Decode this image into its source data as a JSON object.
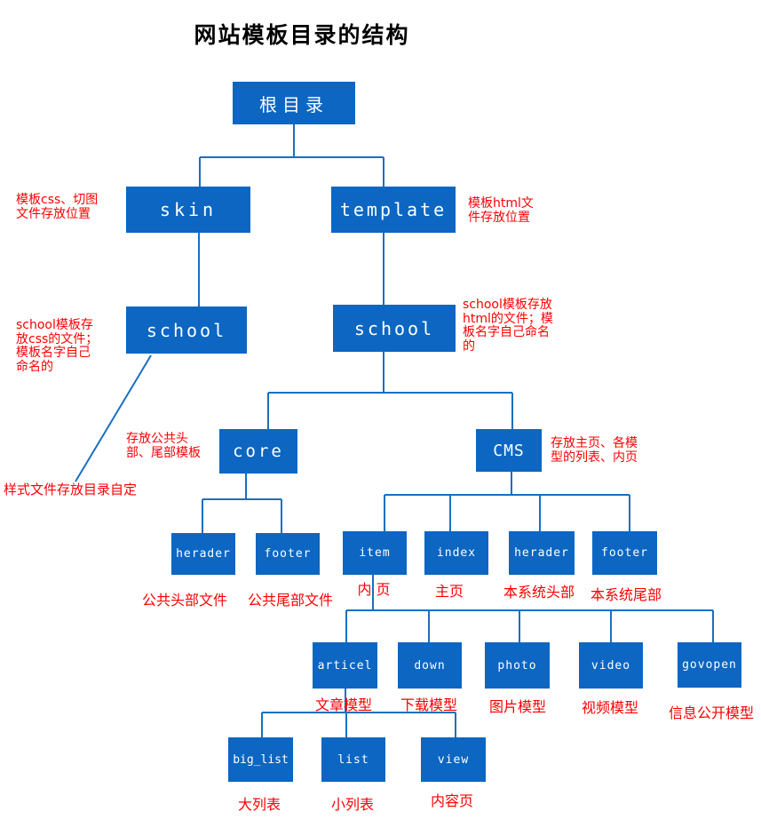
{
  "title": "网站模板目录的结构",
  "colors": {
    "node_fill": "#0c66c2",
    "node_text": "#ffffff",
    "connector": "#1a6fc0",
    "annotation_red": "#fe0000",
    "title_text": "#000000"
  },
  "nodes": [
    {
      "id": "root",
      "label": "根目录"
    },
    {
      "id": "skin",
      "label": "skin"
    },
    {
      "id": "template",
      "label": "template"
    },
    {
      "id": "school_left",
      "label": "school"
    },
    {
      "id": "school_right",
      "label": "school"
    },
    {
      "id": "core",
      "label": "core"
    },
    {
      "id": "cms",
      "label": "CMS"
    },
    {
      "id": "herader1",
      "label": "herader"
    },
    {
      "id": "footer1",
      "label": "footer"
    },
    {
      "id": "item",
      "label": "item"
    },
    {
      "id": "index",
      "label": "index"
    },
    {
      "id": "herader2",
      "label": "herader"
    },
    {
      "id": "footer2",
      "label": "footer"
    },
    {
      "id": "articel",
      "label": "articel"
    },
    {
      "id": "down",
      "label": "down"
    },
    {
      "id": "photo",
      "label": "photo"
    },
    {
      "id": "video",
      "label": "video"
    },
    {
      "id": "govopen",
      "label": "govopen"
    },
    {
      "id": "big_list",
      "label": "big_list"
    },
    {
      "id": "list",
      "label": "list"
    },
    {
      "id": "view",
      "label": "view"
    }
  ],
  "annotations": [
    {
      "id": "ann_skin",
      "text": "模板css、切图\n文件存放位置"
    },
    {
      "id": "ann_template",
      "text": "模板html文\n件存放位置"
    },
    {
      "id": "ann_school_left",
      "text": "school模板存\n放css的文件；\n模板名字自己\n命名的"
    },
    {
      "id": "ann_school_right",
      "text": "school模板存放\nhtml的文件；模\n板名字自己命名\n的"
    },
    {
      "id": "ann_style",
      "text": "样式文件存放目录自定"
    },
    {
      "id": "ann_core",
      "text": "存放公共头\n部、尾部模板"
    },
    {
      "id": "ann_cms",
      "text": "存放主页、各模\n型的列表、内页"
    }
  ],
  "captions": [
    {
      "id": "cap_herader1",
      "text": "公共头部文件"
    },
    {
      "id": "cap_footer1",
      "text": "公共尾部文件"
    },
    {
      "id": "cap_item",
      "text": "内 页"
    },
    {
      "id": "cap_index",
      "text": "主页"
    },
    {
      "id": "cap_herader2",
      "text": "本系统头部"
    },
    {
      "id": "cap_footer2",
      "text": "本系统尾部"
    },
    {
      "id": "cap_articel",
      "text": "文章模型"
    },
    {
      "id": "cap_down",
      "text": "下载模型"
    },
    {
      "id": "cap_photo",
      "text": "图片模型"
    },
    {
      "id": "cap_video",
      "text": "视频模型"
    },
    {
      "id": "cap_govopen",
      "text": "信息公开模型"
    },
    {
      "id": "cap_big_list",
      "text": "大列表"
    },
    {
      "id": "cap_list",
      "text": "小列表"
    },
    {
      "id": "cap_view",
      "text": "内容页"
    }
  ]
}
